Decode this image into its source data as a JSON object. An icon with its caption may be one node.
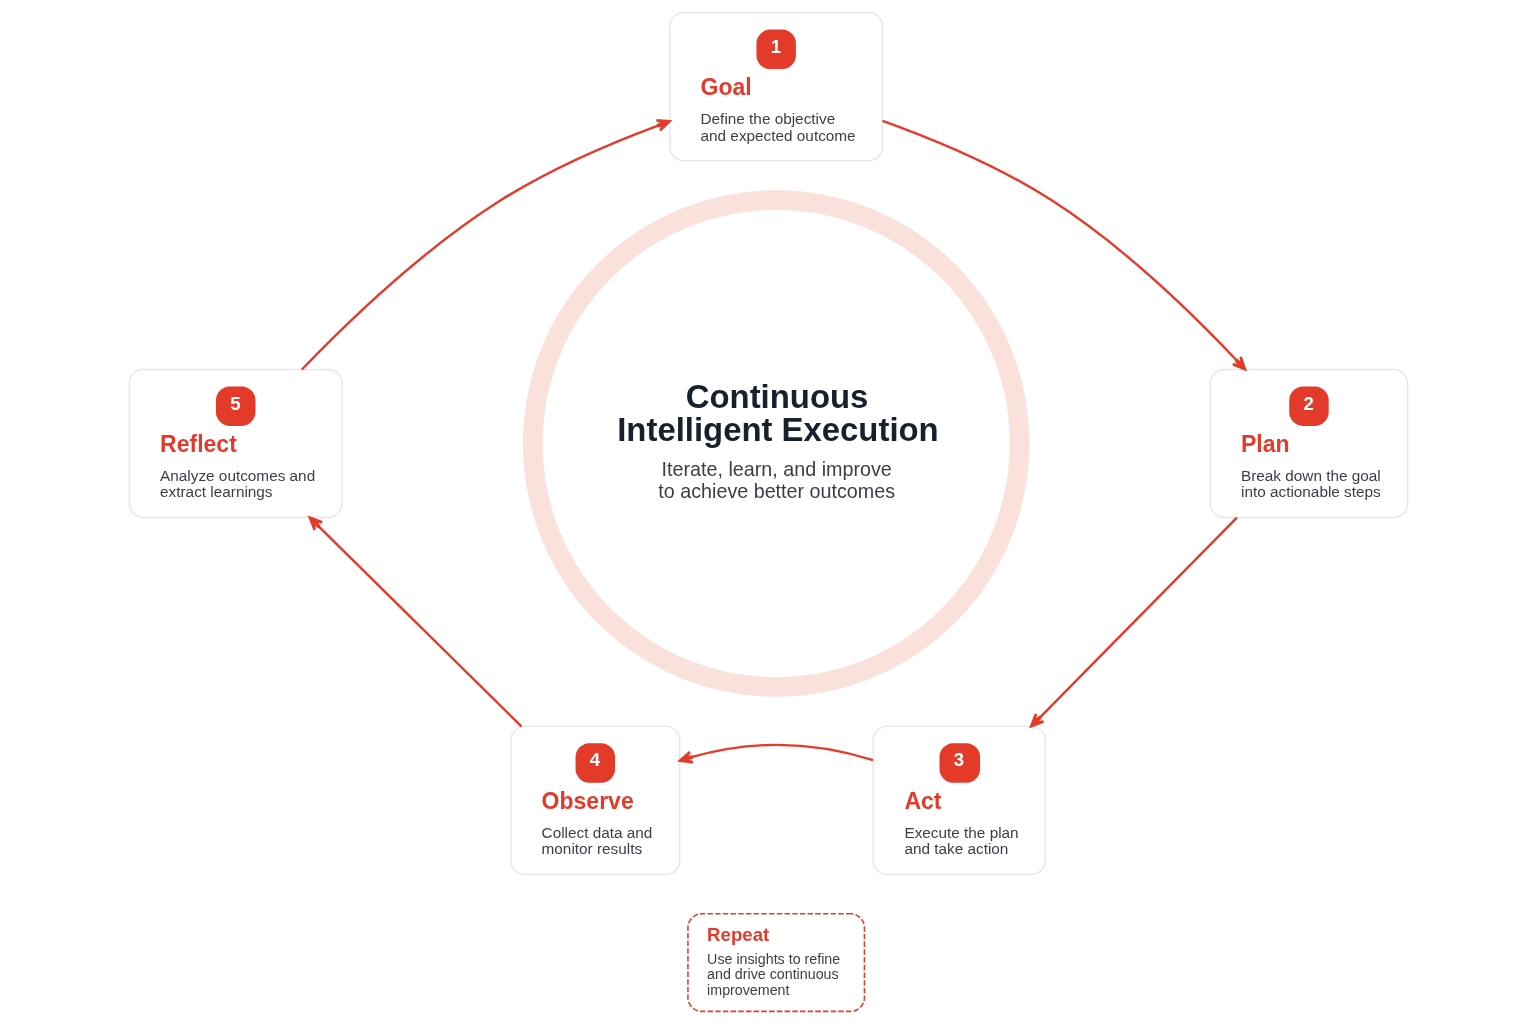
{
  "diagram": {
    "nodes": [
      {
        "text": [
          "1",
          "Goal",
          "Define the objective and expected outcome"
        ]
      },
      {
        "text": [
          "2",
          "Plan",
          "Break down the goal into actionable steps"
        ]
      },
      {
        "text": [
          "3",
          "Act",
          "Execute the plan and take action"
        ]
      },
      {
        "text": [
          "4",
          "Observe",
          "Collect data and monitor results"
        ]
      },
      {
        "text": [
          "5",
          "Reflect",
          "Analyze outcomes and extract learnings"
        ]
      },
      {
        "text": [
          "Continuous Intelligent Execution",
          "Iterate, learn, and improve to achieve better outcomes"
        ]
      },
      {
        "text": [
          "Repeat",
          "Use insights to refine and drive continuous improvement"
        ]
      }
    ],
    "edges": [
      {
        "from": 0,
        "to": 1,
        "arrow": "to"
      },
      {
        "from": 1,
        "to": 2,
        "arrow": "to"
      },
      {
        "from": 2,
        "to": 3,
        "arrow": "to"
      },
      {
        "from": 3,
        "to": 4,
        "arrow": "to"
      },
      {
        "from": 4,
        "to": 0,
        "arrow": "to"
      }
    ]
  }
}
